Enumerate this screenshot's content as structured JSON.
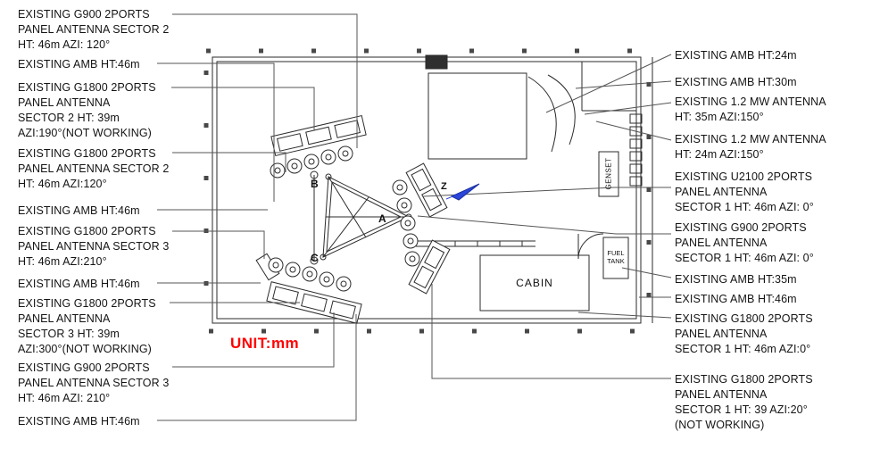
{
  "colors": {
    "line": "#2b2b2b",
    "leader": "#555555",
    "unit_text": "#ff0000",
    "north_arrow": "#2b46d9"
  },
  "unit_note": "UNIT:mm",
  "site": {
    "cabin": "CABIN",
    "genset": "GENSET",
    "fuel_tank": [
      "FUEL",
      "TANK"
    ],
    "leg_a": "A",
    "leg_b": "B",
    "leg_c": "C",
    "north": "Z"
  },
  "left_labels": [
    {
      "lines": [
        "EXISTING G900 2PORTS",
        "PANEL ANTENNA SECTOR 2",
        "HT: 46m AZI: 120°"
      ]
    },
    {
      "lines": [
        "EXISTING AMB HT:46m"
      ]
    },
    {
      "lines": [
        "EXISTING G1800 2PORTS",
        "PANEL ANTENNA",
        "SECTOR 2 HT: 39m",
        "AZI:190°(NOT WORKING)"
      ]
    },
    {
      "lines": [
        "EXISTING G1800 2PORTS",
        "PANEL ANTENNA SECTOR 2",
        "HT: 46m AZI:120°"
      ]
    },
    {
      "lines": [
        "EXISTING AMB HT:46m"
      ]
    },
    {
      "lines": [
        "EXISTING G1800 2PORTS",
        "PANEL ANTENNA SECTOR 3",
        "HT: 46m AZI:210°"
      ]
    },
    {
      "lines": [
        "EXISTING AMB HT:46m"
      ]
    },
    {
      "lines": [
        "EXISTING G1800 2PORTS",
        "PANEL ANTENNA",
        "SECTOR 3 HT: 39m",
        "AZI:300°(NOT WORKING)"
      ]
    },
    {
      "lines": [
        "EXISTING G900 2PORTS",
        "PANEL ANTENNA SECTOR 3",
        "HT: 46m AZI: 210°"
      ]
    },
    {
      "lines": [
        "EXISTING AMB HT:46m"
      ]
    }
  ],
  "right_labels": [
    {
      "lines": [
        "EXISTING AMB HT:24m"
      ]
    },
    {
      "lines": [
        "EXISTING AMB HT:30m"
      ]
    },
    {
      "lines": [
        "EXISTING 1.2 MW ANTENNA",
        "HT: 35m AZI:150°"
      ]
    },
    {
      "lines": [
        "EXISTING 1.2 MW ANTENNA",
        "HT: 24m AZI:150°"
      ]
    },
    {
      "lines": [
        "EXISTING U2100 2PORTS",
        "PANEL ANTENNA",
        "SECTOR 1 HT: 46m AZI: 0°"
      ]
    },
    {
      "lines": [
        "EXISTING G900 2PORTS",
        "PANEL ANTENNA",
        "SECTOR 1 HT: 46m AZI: 0°"
      ]
    },
    {
      "lines": [
        "EXISTING AMB HT:35m"
      ]
    },
    {
      "lines": [
        "EXISTING AMB HT:46m"
      ]
    },
    {
      "lines": [
        "EXISTING G1800 2PORTS",
        "PANEL ANTENNA",
        "SECTOR 1 HT: 46m AZI:0°"
      ]
    },
    {
      "lines": [
        "EXISTING G1800 2PORTS",
        "PANEL ANTENNA",
        "SECTOR 1 HT: 39 AZI:20°",
        "(NOT WORKING)"
      ]
    }
  ]
}
